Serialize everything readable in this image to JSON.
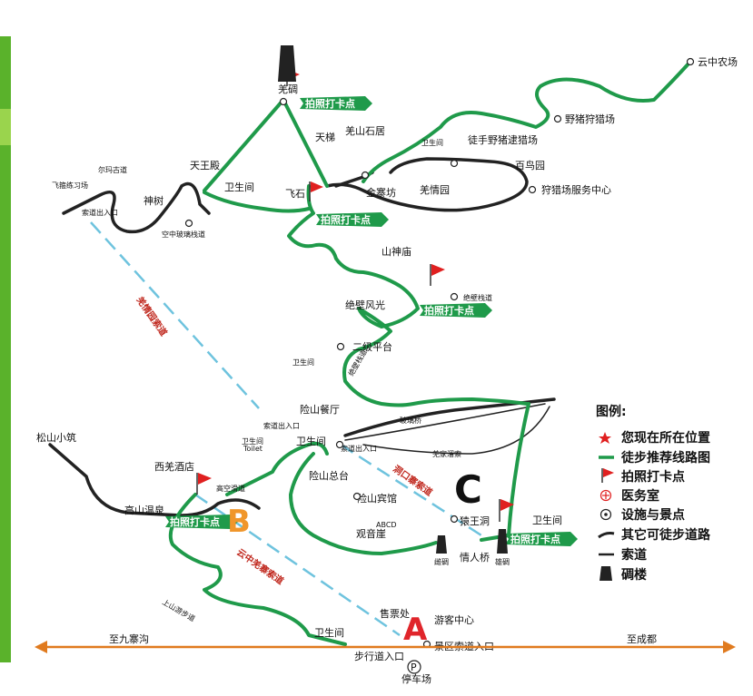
{
  "colors": {
    "trail": "#1f9a4a",
    "road": "#222222",
    "cableway": "#6ec3de",
    "flag": "#e02020",
    "arrow": "#e07a1e",
    "side_bar": "#5ab22b",
    "letter_a": "#e0252b",
    "letter_b": "#f0962b",
    "letter_c": "#111111"
  },
  "places": {
    "yunzhong_farm": "云中农场",
    "boar_hunting": "野猪狩猎场",
    "capture_boar": "徒手野猪逮猎场",
    "bainiao": "百鸟园",
    "hunting_center": "狩猎场服务中心",
    "qiang_garden": "羌情园",
    "jinzhai": "金寨坊",
    "qiang_stone": "羌山石居",
    "tianti": "天梯",
    "qiang_tower": "羌碉",
    "feishi": "飞石",
    "tianwang": "天王殿",
    "shenshu": "神树",
    "erma": "尔玛古道",
    "flying_practice": "飞箍练习场",
    "cable_exit_top": "索道出入口",
    "glass_walk": "空中玻璃栈道",
    "shanshen": "山神庙",
    "cliff_wind": "绝壁风光",
    "cliff_plank_1": "绝壁栈道",
    "cliff_plank_2": "绝壁栈道",
    "second_platform": "二级平台",
    "danger_restaurant": "险山餐厅",
    "glass_bridge": "玻璃桥",
    "songshan": "松山小筑",
    "xiqiang_hotel": "西羌酒店",
    "gaoshan_spring": "高山温泉",
    "gaokong": "高空滑道",
    "cable_exit_mid": "索道出入口",
    "toilet_en": "Toilet",
    "cable_exit_2": "索道出入口",
    "xianshan_platform": "险山总台",
    "xianshan_hotel": "险山宾馆",
    "guanyin": "观音崖",
    "abcd": "ABCD",
    "qiang_gorge": "羌家溜索",
    "yuanwang": "猿王洞",
    "lover_bridge": "情人桥",
    "female_tower": "雌碉",
    "male_tower": "雄碉",
    "upper_trail": "上山游步道",
    "ticket": "售票处",
    "visitor_center": "游客中心",
    "scenic_cable": "景区索道入口",
    "walk_entrance": "步行道入口",
    "parking": "停车场"
  },
  "toilets": [
    "卫生间",
    "卫生间",
    "卫生间",
    "卫生间",
    "卫生间",
    "卫生间",
    "卫生间"
  ],
  "checkins": [
    "拍照打卡点",
    "拍照打卡点",
    "拍照打卡点",
    "拍照打卡点",
    "拍照打卡点"
  ],
  "cableways": {
    "qiang_garden": "羌情园索道",
    "yunzhong": "云中羌寨索道",
    "dongkou": "洞口寨索道"
  },
  "markers": {
    "a": "A",
    "b": "B",
    "c": "C",
    "parking_glyph": "P"
  },
  "directions": {
    "left": "至九寨沟",
    "right": "至成都"
  },
  "legend": {
    "title": "图例:",
    "items": [
      {
        "icon": "star",
        "label": "您现在所在位置"
      },
      {
        "icon": "trail",
        "label": "徒步推荐线路图"
      },
      {
        "icon": "flag",
        "label": "拍照打卡点"
      },
      {
        "icon": "medical",
        "label": "医务室"
      },
      {
        "icon": "spot",
        "label": "设施与景点"
      },
      {
        "icon": "road",
        "label": "其它可徒步道路"
      },
      {
        "icon": "cableway",
        "label": "索道"
      },
      {
        "icon": "tower",
        "label": "碉楼"
      }
    ]
  }
}
